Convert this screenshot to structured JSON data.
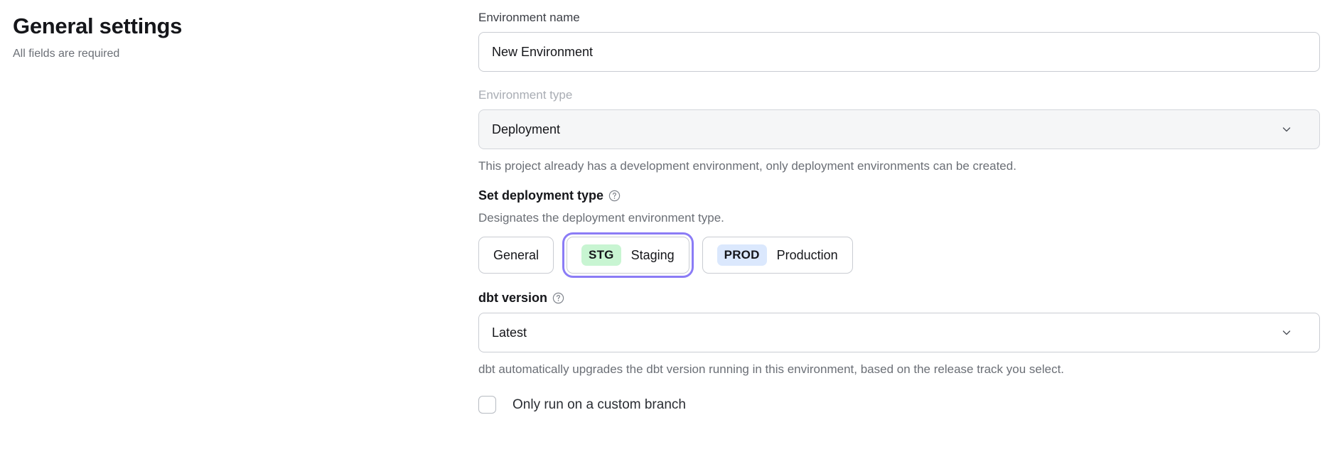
{
  "page": {
    "title": "General settings",
    "subtitle": "All fields are required"
  },
  "form": {
    "environment_name": {
      "label": "Environment name",
      "value": "New Environment",
      "placeholder": "Environment name"
    },
    "environment_type": {
      "label": "Environment type",
      "value": "Deployment",
      "chevron_icon": "chevron-down-icon",
      "help": "This project already has a development environment, only deployment environments can be created.",
      "disabled": true
    },
    "deployment_type": {
      "title": "Set deployment type",
      "info_icon": "question-circle-icon",
      "description": "Designates the deployment environment type.",
      "options": [
        {
          "id": "general",
          "badge": "",
          "label": "General",
          "selected": false
        },
        {
          "id": "staging",
          "badge": "STG",
          "badge_color": "#c8f5d2",
          "label": "Staging",
          "selected": true
        },
        {
          "id": "production",
          "badge": "PROD",
          "badge_color": "#dbe8fd",
          "label": "Production",
          "selected": false
        }
      ]
    },
    "dbt_version": {
      "label": "dbt version",
      "info_icon": "question-circle-icon",
      "value": "Latest",
      "chevron_icon": "chevron-down-icon",
      "help": "dbt automatically upgrades the dbt version running in this environment, based on the release track you select."
    },
    "custom_branch": {
      "label": "Only run on a custom branch",
      "checked": false
    }
  },
  "colors": {
    "focus_ring": "#8b7cf6",
    "text_primary": "#15161a",
    "text_muted": "#6b6f76",
    "border": "#c9ccd2"
  }
}
